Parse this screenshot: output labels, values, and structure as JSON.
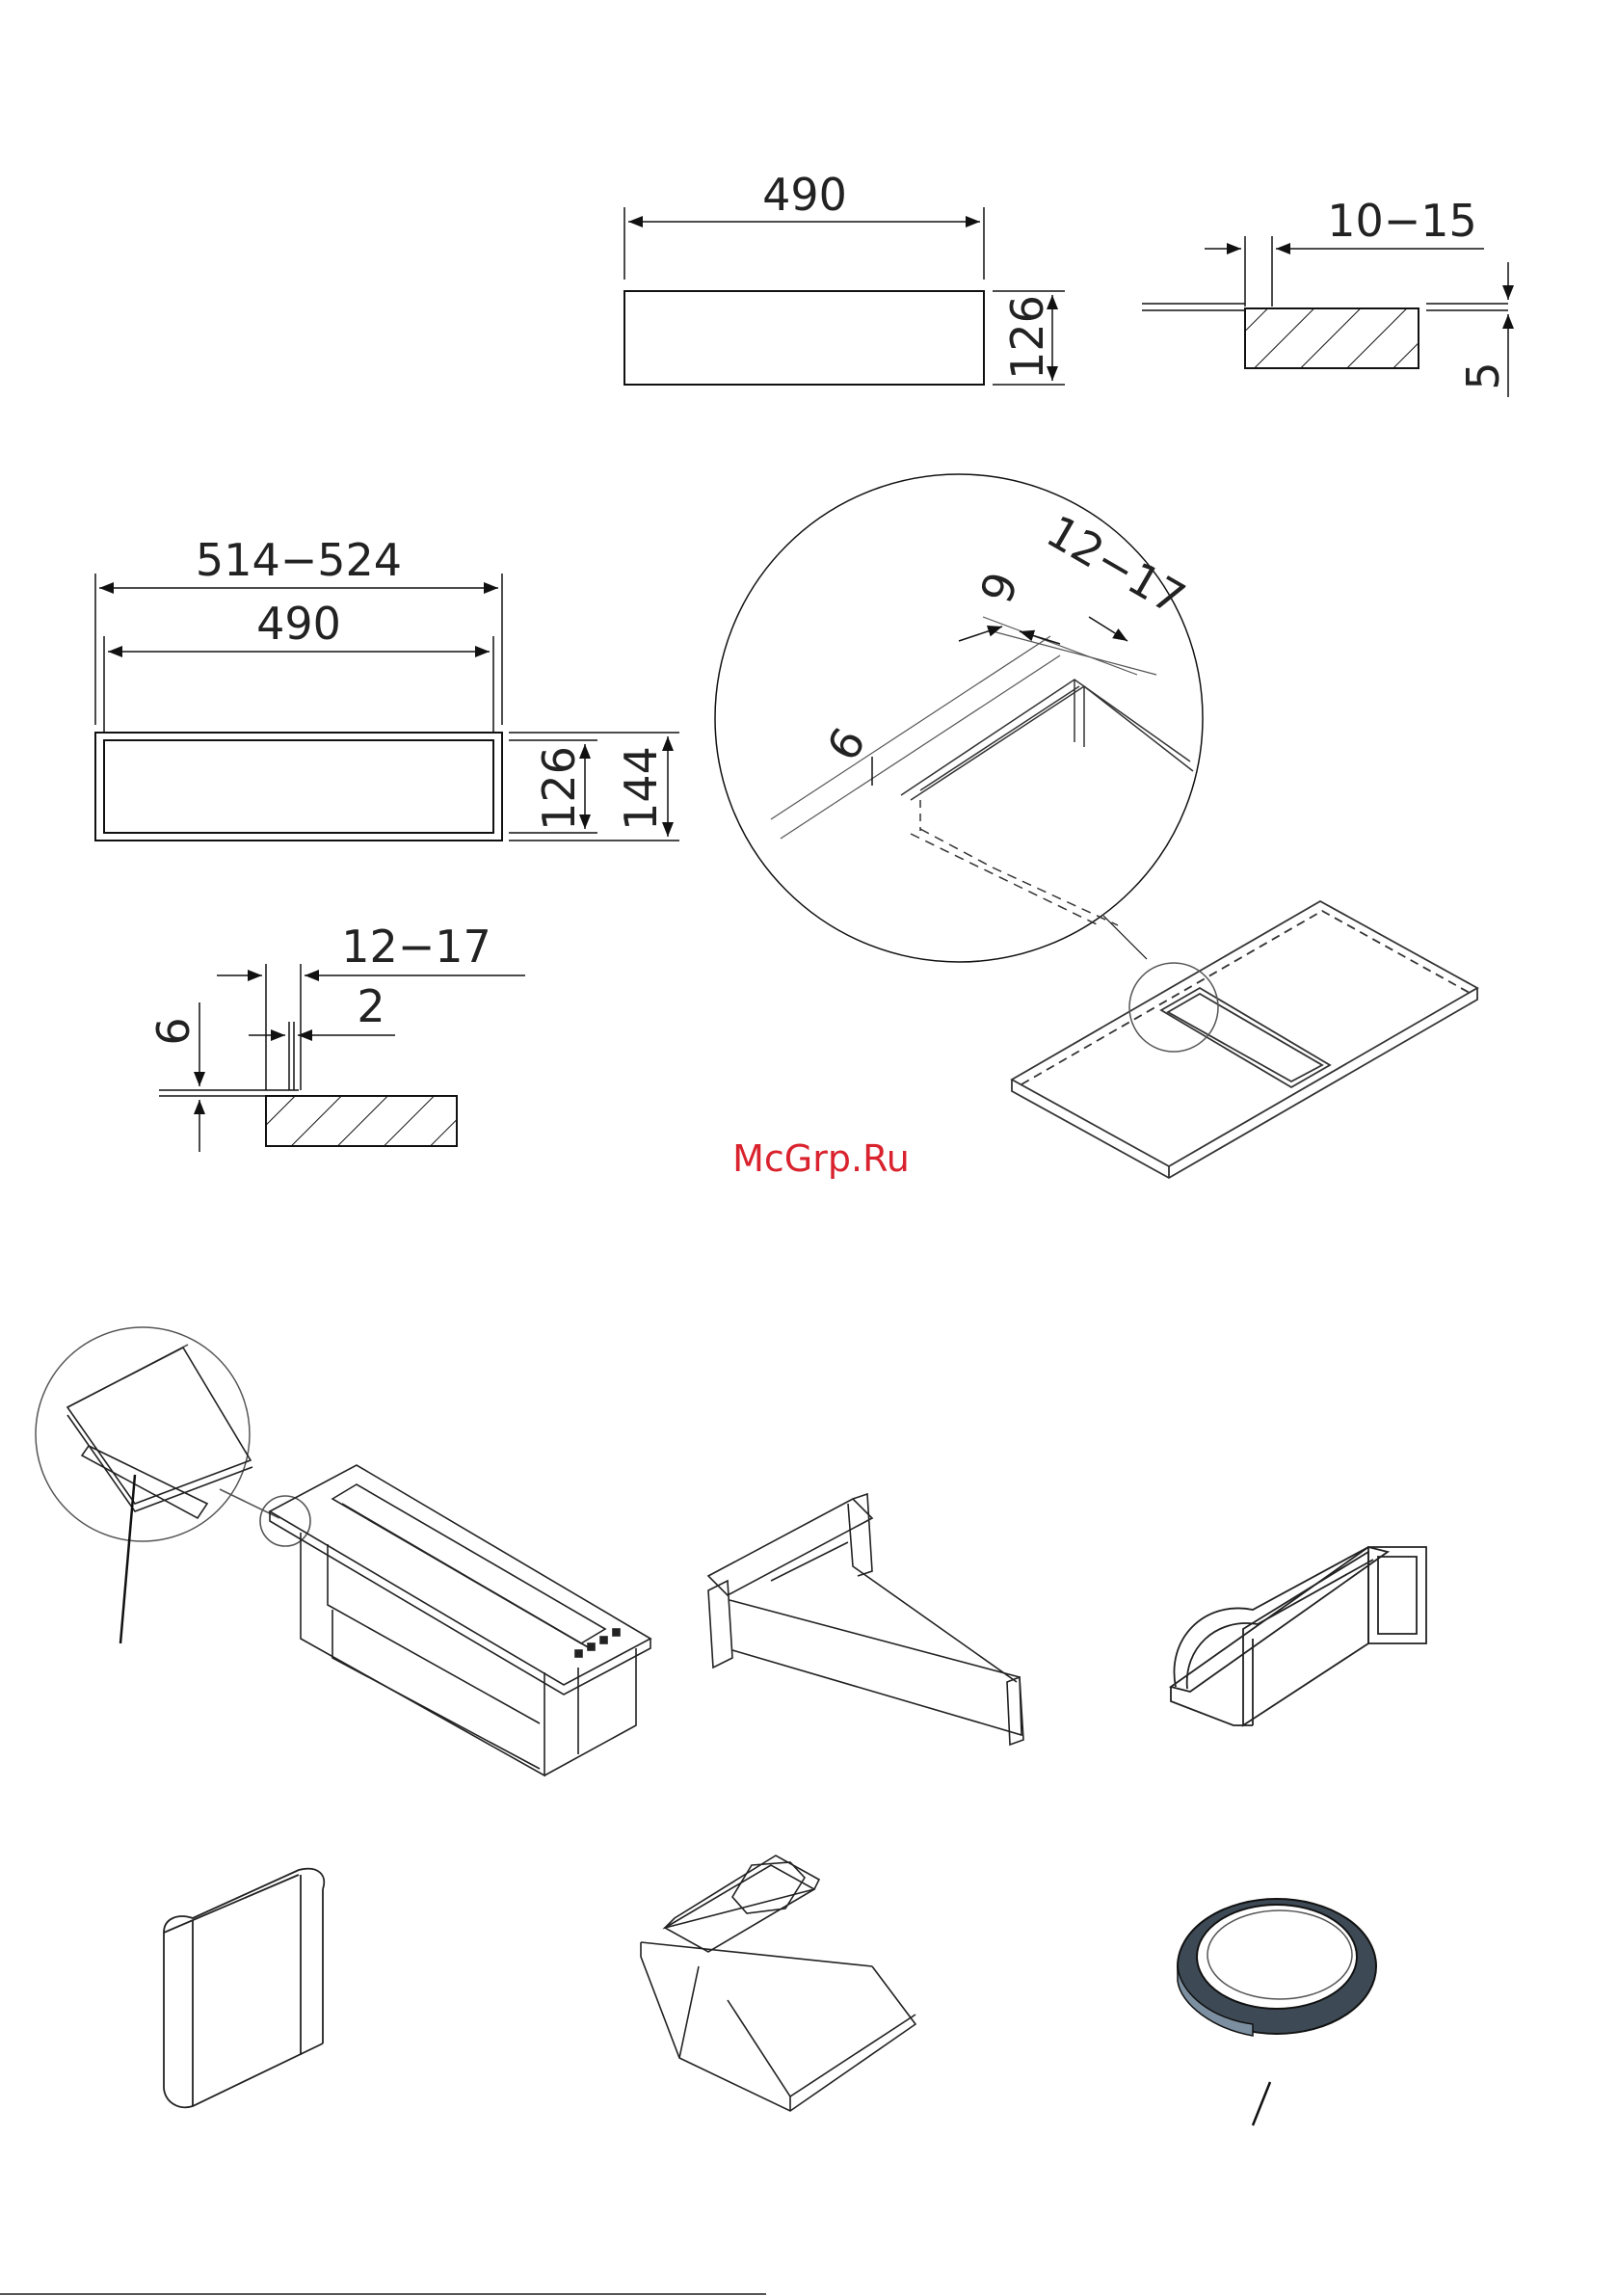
{
  "dimensions": {
    "top_width": "490",
    "top_height": "126",
    "top_gap": "10−15",
    "top_depth": "5",
    "frame_outer_width": "514−524",
    "frame_inner_width": "490",
    "frame_inner_height": "126",
    "frame_outer_height": "144",
    "zoom_nine": "9",
    "zoom_gap": "12−17",
    "zoom_six": "6",
    "lower_gap": "12−17",
    "lower_two": "2",
    "lower_six": "6"
  },
  "watermark": "McGrp.Ru",
  "colors": {
    "line": "#111111",
    "watermark": "#d9232e",
    "seal_band": "#3d4a55"
  }
}
